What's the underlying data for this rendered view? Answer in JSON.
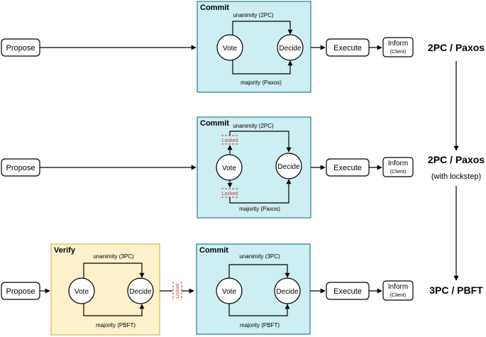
{
  "rows": [
    {
      "propose": "Propose",
      "commit": {
        "title": "Commit",
        "top": "unanimity (2PC)",
        "vote": "Vote",
        "decide": "Decide",
        "bottom": "majority (Paxos)"
      },
      "execute": "Execute",
      "inform": "Inform",
      "client": "(Client)",
      "label": "2PC / Paxos"
    },
    {
      "propose": "Propose",
      "commit": {
        "title": "Commit",
        "top": "unanimity (2PC)",
        "vote": "Vote",
        "decide": "Decide",
        "bottom": "majority (Paxos)",
        "locked_top": "Locked",
        "locked_bottom": "Locked"
      },
      "execute": "Execute",
      "inform": "Inform",
      "client": "(Client)",
      "label": "2PC / Paxos",
      "sublabel": "(with lockstep)"
    },
    {
      "propose": "Propose",
      "verify": {
        "title": "Verify",
        "top": "unanimity (3PC)",
        "vote": "Vote",
        "decide": "Decide",
        "bottom": "majority (PBFT)"
      },
      "locked": "Locked",
      "commit": {
        "title": "Commit",
        "top": "unanimity (3PC)",
        "vote": "Vote",
        "decide": "Decide",
        "bottom": "majority (PBFT)"
      },
      "execute": "Execute",
      "inform": "Inform",
      "client": "(Client)",
      "label": "3PC / PBFT"
    }
  ]
}
